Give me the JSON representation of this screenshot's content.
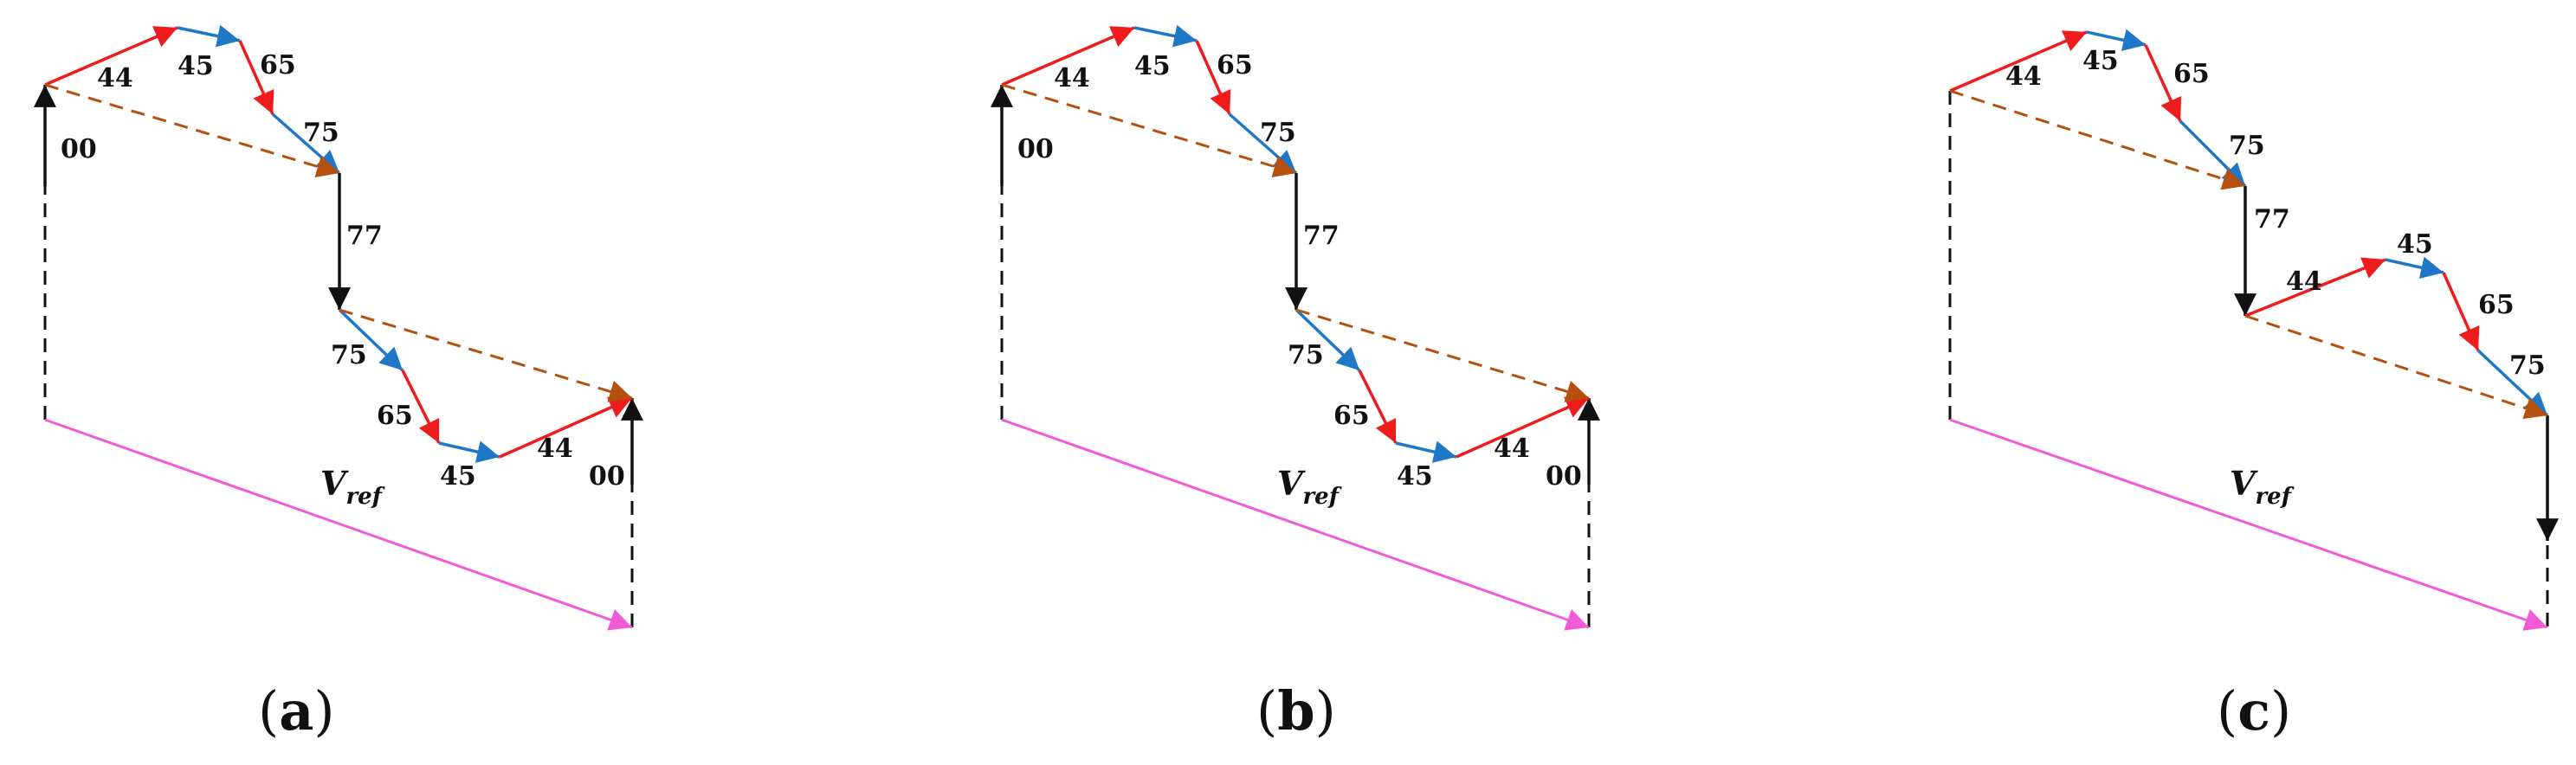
{
  "colors": {
    "red": "#ee1c1c",
    "blue": "#1f77c8",
    "black": "#111111",
    "brown": "#b5500f",
    "pink": "#f25bd6"
  },
  "panels": [
    {
      "caption": {
        "open": "(",
        "letter": "a",
        "close": ")"
      },
      "vref": {
        "main": "V",
        "sub": "ref"
      },
      "labels": [
        "00",
        "44",
        "45",
        "65",
        "75",
        "77",
        "75",
        "65",
        "45",
        "44",
        "00"
      ]
    },
    {
      "caption": {
        "open": "(",
        "letter": "b",
        "close": ")"
      },
      "vref": {
        "main": "V",
        "sub": "ref"
      },
      "labels": [
        "00",
        "44",
        "45",
        "65",
        "75",
        "77",
        "75",
        "65",
        "45",
        "44",
        "00"
      ]
    },
    {
      "caption": {
        "open": "(",
        "letter": "c",
        "close": ")"
      },
      "vref": {
        "main": "V",
        "sub": "ref"
      },
      "labels": [
        "44",
        "45",
        "65",
        "75",
        "77",
        "44",
        "45",
        "65",
        "75"
      ]
    }
  ]
}
